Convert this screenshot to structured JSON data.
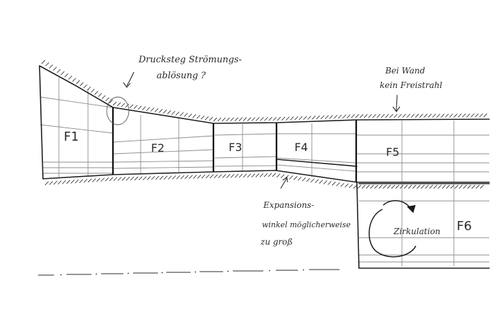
{
  "sketch": {
    "zones": [
      "F1",
      "F2",
      "F3",
      "F4",
      "F5",
      "F6"
    ],
    "annotations": {
      "separation": [
        "Drucksteg Strömungs-",
        "ablösung ?"
      ],
      "wall": [
        "Bei Wand",
        "kein Freistrahl"
      ],
      "expansion": [
        "Expansions-",
        "winkel möglicherweise",
        "zu groß"
      ],
      "recirculation": "Zirkulation"
    },
    "colors": {
      "ink": "#2a2a2a",
      "grid": "#8c8c8c",
      "paper": "#ffffff"
    }
  }
}
